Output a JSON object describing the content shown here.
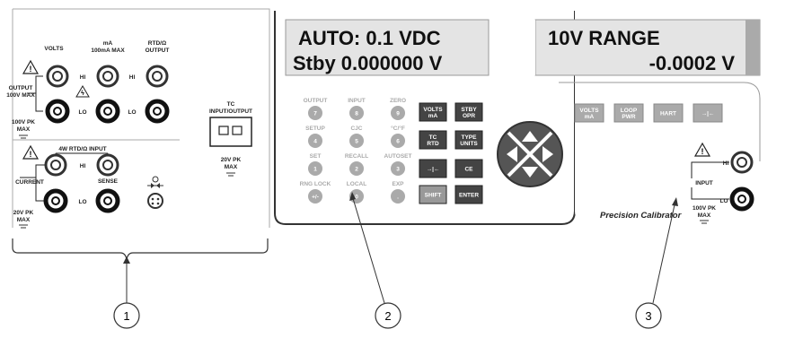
{
  "left_section": {
    "volts_label": "VOLTS",
    "ma_label": "mA\n100mA MAX",
    "rtd_output_label": "RTD/Ω\nOUTPUT",
    "output_label": "OUTPUT\n100V MAX",
    "hi_label": "HI",
    "lo_label": "LO",
    "v100_pk_max": "100V PK\nMAX",
    "rtd_input_label": "4W RTD/Ω INPUT",
    "current_label": "CURRENT",
    "sense_label": "SENSE",
    "v20_pk_max": "20V PK\nMAX",
    "tc_label": "TC\nINPUT/OUTPUT",
    "tc_20v": "20V PK\nMAX"
  },
  "middle_section": {
    "display_line1": "AUTO:  0.1 VDC",
    "display_line2": "Stby 0.000000 V",
    "keypad": [
      {
        "label": "OUTPUT",
        "digit": "7"
      },
      {
        "label": "INPUT",
        "digit": "8"
      },
      {
        "label": "ZERO",
        "digit": "9"
      },
      {
        "label": "SETUP",
        "digit": "4"
      },
      {
        "label": "CJC",
        "digit": "5"
      },
      {
        "label": "°C/°F",
        "digit": "6"
      },
      {
        "label": "SET",
        "digit": "1"
      },
      {
        "label": "RECALL",
        "digit": "2"
      },
      {
        "label": "AUTOSET",
        "digit": "3"
      },
      {
        "label": "RNG LOCK",
        "digit": "+/-"
      },
      {
        "label": "LOCAL",
        "digit": "0"
      },
      {
        "label": "EXP",
        "digit": "."
      }
    ],
    "func_buttons": [
      [
        "VOLTS\nmA",
        "STBY\nOPR"
      ],
      [
        "TC\nRTD",
        "TYPE\nUNITS"
      ],
      [
        "→|←",
        "CE"
      ],
      [
        "SHIFT",
        "ENTER"
      ]
    ]
  },
  "right_section": {
    "display_line1": "10V RANGE",
    "display_line2": "-0.0002 V",
    "buttons": [
      "VOLTS\nmA",
      "LOOP\nPWR",
      "HART",
      "→|←"
    ],
    "hi_label": "HI",
    "lo_label": "LO",
    "input_label": "INPUT",
    "v100_pk_max": "100V PK\nMAX",
    "brand": "Precision Calibrator"
  },
  "callouts": [
    "1",
    "2",
    "3"
  ]
}
